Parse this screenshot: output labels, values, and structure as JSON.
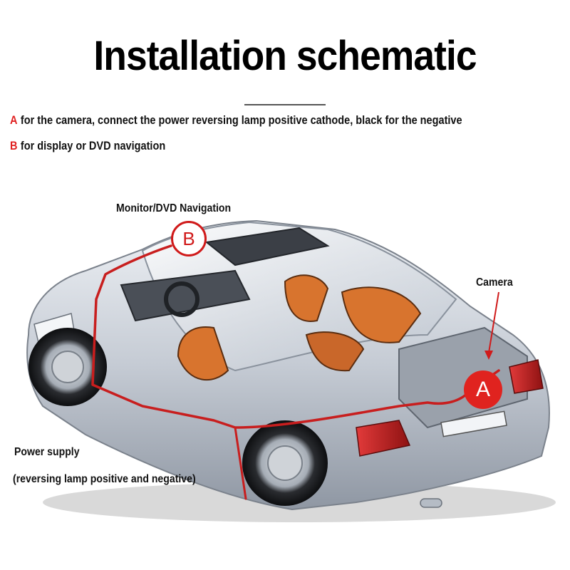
{
  "title": "Installation schematic",
  "legend": {
    "a_key": "A",
    "a_text": "for the camera, connect the power reversing lamp positive cathode, black for the negative",
    "b_key": "B",
    "b_text": "for display or DVD navigation"
  },
  "callouts": {
    "monitor": "Monitor/DVD Navigation",
    "camera": "Camera",
    "power": "Power supply",
    "power_detail": "(reversing lamp positive and negative)"
  },
  "markers": {
    "a": "A",
    "b": "B"
  },
  "colors": {
    "accent_red": "#e0231f",
    "wire_red": "#c81e1e",
    "car_body": "#c9ced6",
    "interior_orange": "#d8742e"
  }
}
